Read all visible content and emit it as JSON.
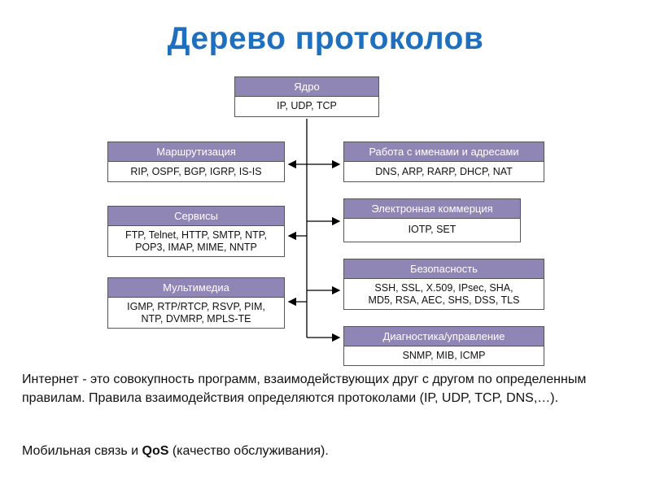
{
  "title": "Дерево протоколов",
  "core": {
    "header": "Ядро",
    "body": "IP, UDP, TCP"
  },
  "left": [
    {
      "header": "Маршрутизация",
      "lines": [
        "RIP, OSPF, BGP, IGRP, IS-IS"
      ]
    },
    {
      "header": "Сервисы",
      "lines": [
        "FTP, Telnet, HTTP, SMTP, NTP,",
        "POP3, IMAP, MIME, NNTP"
      ]
    },
    {
      "header": "Мультимедиа",
      "lines": [
        "IGMP, RTP/RTCP, RSVP, PIM,",
        "NTP, DVMRP, MPLS-TE"
      ]
    }
  ],
  "right": [
    {
      "header": "Работа с именами и адресами",
      "lines": [
        "DNS, ARP, RARP, DHCP, NAT"
      ]
    },
    {
      "header": "Электронная коммерция",
      "lines": [
        "IOTP, SET"
      ]
    },
    {
      "header": "Безопасность",
      "lines": [
        "SSH, SSL, X.509, IPsec, SHA,",
        "MD5, RSA, AEC, SHS, DSS, TLS"
      ]
    },
    {
      "header": "Диагностика/управление",
      "lines": [
        "SNMP, MIB, ICMP"
      ]
    }
  ],
  "paragraph": "Интернет - это совокупность программ, взаимодействующих друг с другом по определенным правилам. Правила взаимодействия определяются протоколами (IP, UDP, TCP, DNS,…).",
  "paragraph2": {
    "before": "Мобильная связь и ",
    "bold": "QoS",
    "after": " (качество обслуживания)."
  },
  "colors": {
    "title": "#1f6fbf",
    "header_bg": "#8f86b6",
    "border": "#555555"
  }
}
